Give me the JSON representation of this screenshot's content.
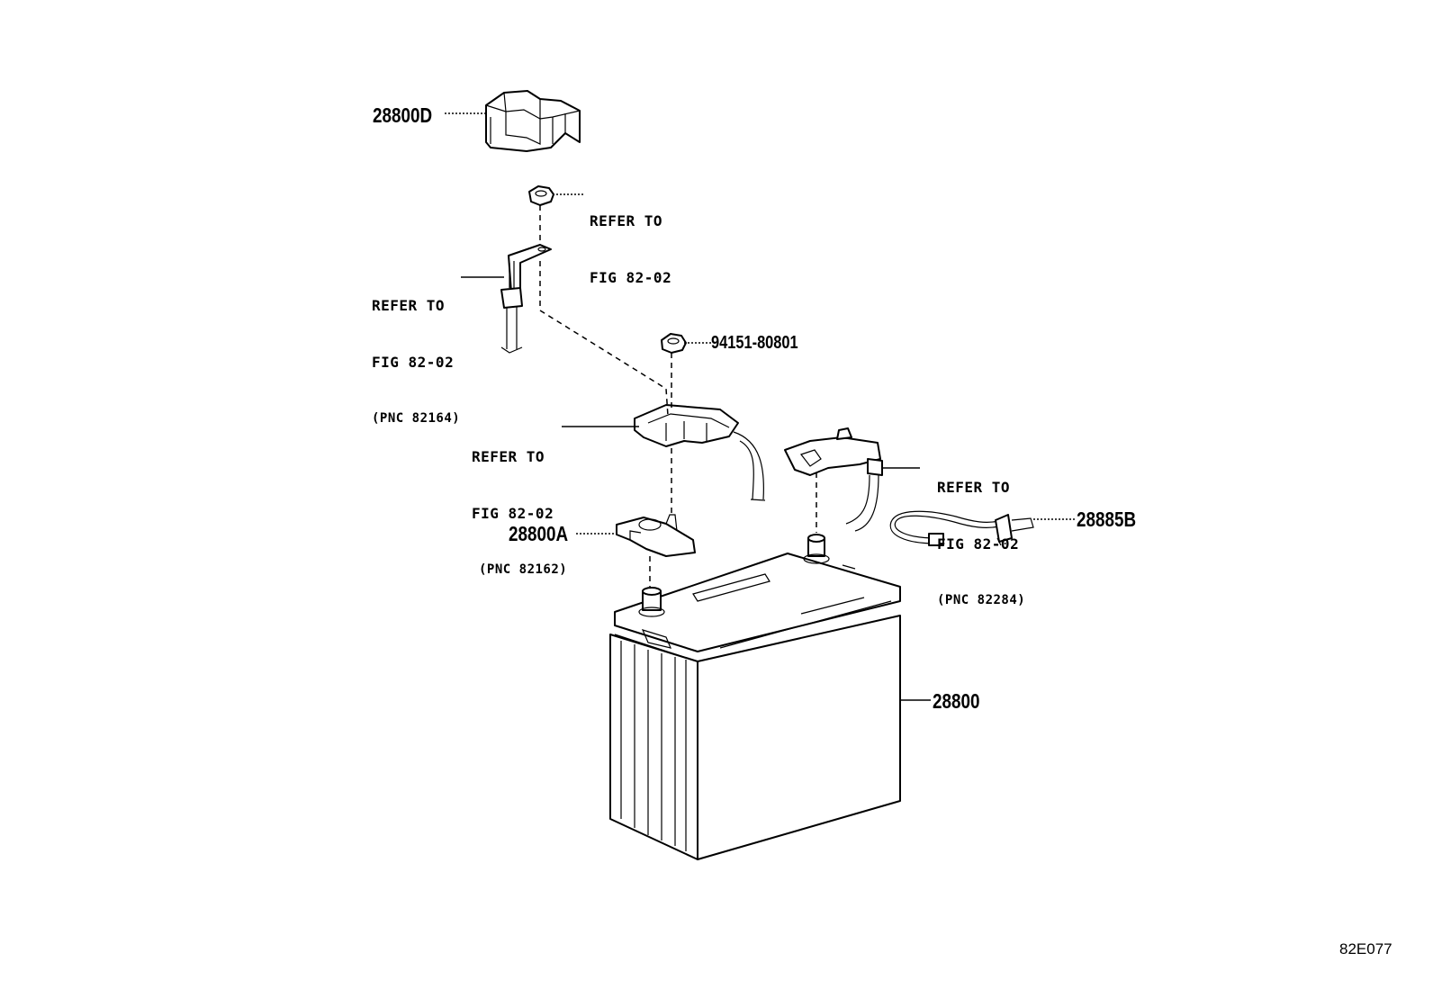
{
  "parts": {
    "cover": "28800D",
    "clamp": "28800A",
    "battery": "28800",
    "hose": "28885B",
    "nut": "94151-80801"
  },
  "refs": {
    "top": {
      "line1": "REFER TO",
      "line2": "FIG 82-02"
    },
    "bracket": {
      "line1": "REFER TO",
      "line2": "FIG 82-02",
      "pnc": "(PNC 82164)"
    },
    "neg_cable": {
      "line1": "REFER TO",
      "line2": "FIG 82-02",
      "pnc": "(PNC 82162)"
    },
    "pos_cable": {
      "line1": "REFER TO",
      "line2": "FIG 82-02",
      "pnc": "(PNC 82284)"
    }
  },
  "diagram_code": "82E077"
}
